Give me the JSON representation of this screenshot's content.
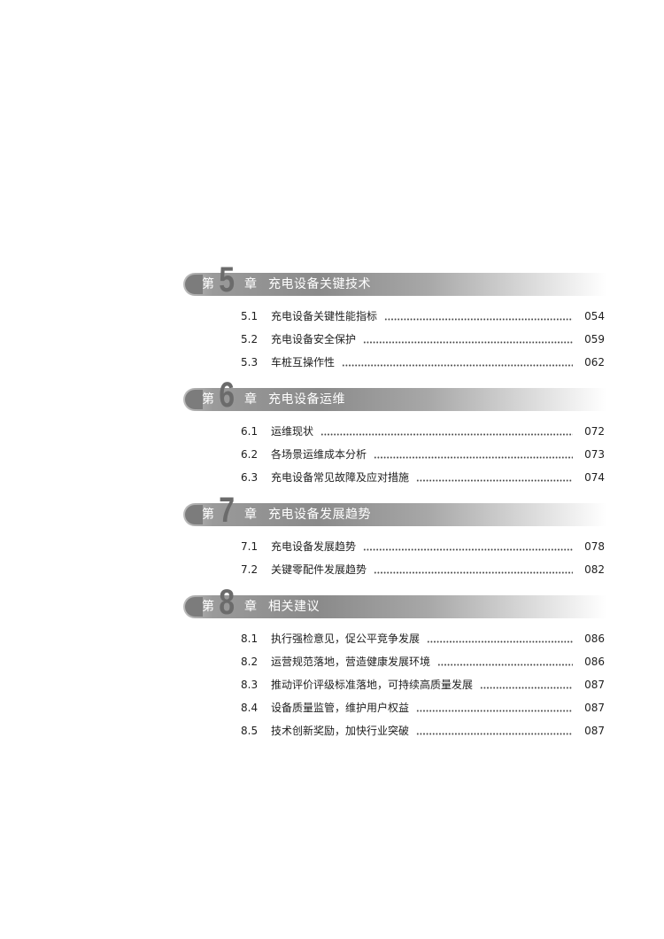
{
  "chapters": [
    {
      "prefix": "第",
      "number": "5",
      "suffix": "章",
      "title": "充电设备关键技术",
      "sections": [
        {
          "num": "5.1",
          "title": "充电设备关键性能指标",
          "page": "054"
        },
        {
          "num": "5.2",
          "title": "充电设备安全保护",
          "page": "059"
        },
        {
          "num": "5.3",
          "title": "车桩互操作性",
          "page": "062"
        }
      ]
    },
    {
      "prefix": "第",
      "number": "6",
      "suffix": "章",
      "title": "充电设备运维",
      "sections": [
        {
          "num": "6.1",
          "title": "运维现状",
          "page": "072"
        },
        {
          "num": "6.2",
          "title": "各场景运维成本分析",
          "page": "073"
        },
        {
          "num": "6.3",
          "title": "充电设备常见故障及应对措施",
          "page": "074"
        }
      ]
    },
    {
      "prefix": "第",
      "number": "7",
      "suffix": "章",
      "title": "充电设备发展趋势",
      "sections": [
        {
          "num": "7.1",
          "title": "充电设备发展趋势",
          "page": "078"
        },
        {
          "num": "7.2",
          "title": "关键零配件发展趋势",
          "page": "082"
        }
      ]
    },
    {
      "prefix": "第",
      "number": "8",
      "suffix": "章",
      "title": "相关建议",
      "sections": [
        {
          "num": "8.1",
          "title": "执行强检意见，促公平竞争发展",
          "page": "086"
        },
        {
          "num": "8.2",
          "title": "运营规范落地，营造健康发展环境",
          "page": "086"
        },
        {
          "num": "8.3",
          "title": "推动评价评级标准落地，可持续高质量发展",
          "page": "087"
        },
        {
          "num": "8.4",
          "title": "设备质量监管，维护用户权益",
          "page": "087"
        },
        {
          "num": "8.5",
          "title": "技术创新奖励，加快行业突破",
          "page": "087"
        }
      ]
    }
  ]
}
